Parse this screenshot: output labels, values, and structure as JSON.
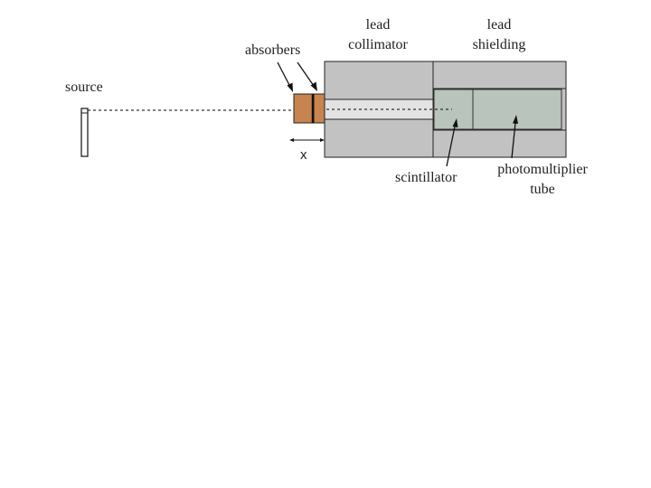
{
  "labels": {
    "source": "source",
    "absorbers": "absorbers",
    "lead_collimator": "lead\ncollimator",
    "lead_shielding": "lead\nshielding",
    "x": "x",
    "scintillator": "scintillator",
    "photomultiplier_tube": "photomultiplier\ntube"
  },
  "colors": {
    "absorber": "#c8844e",
    "lead": "#c2c2c2",
    "bore": "#e3e3e3",
    "detector": "#b8c4bc",
    "line": "#222222"
  }
}
